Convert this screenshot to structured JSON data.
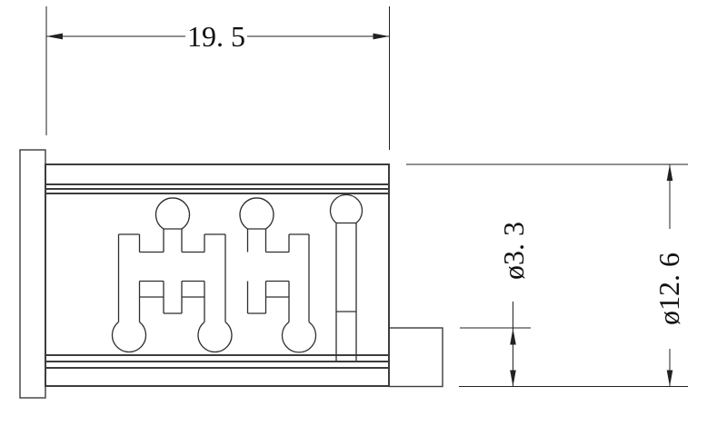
{
  "drawing": {
    "type": "technical-dimension-drawing",
    "view": "side-view-of-component",
    "dimensions": {
      "overall_width": {
        "label": "19. 5",
        "value": 19.5,
        "orientation": "horizontal"
      },
      "step_diameter": {
        "label": "ø3. 3",
        "value": 3.3,
        "orientation": "vertical"
      },
      "body_diameter": {
        "label": "ø12. 6",
        "value": 12.6,
        "orientation": "vertical"
      }
    }
  },
  "colors": {
    "background": "#ffffff",
    "part_line": "#3c3c3c",
    "feature_line": "#2e2e2e",
    "dimension_line": "#222222",
    "text": "#111111"
  }
}
